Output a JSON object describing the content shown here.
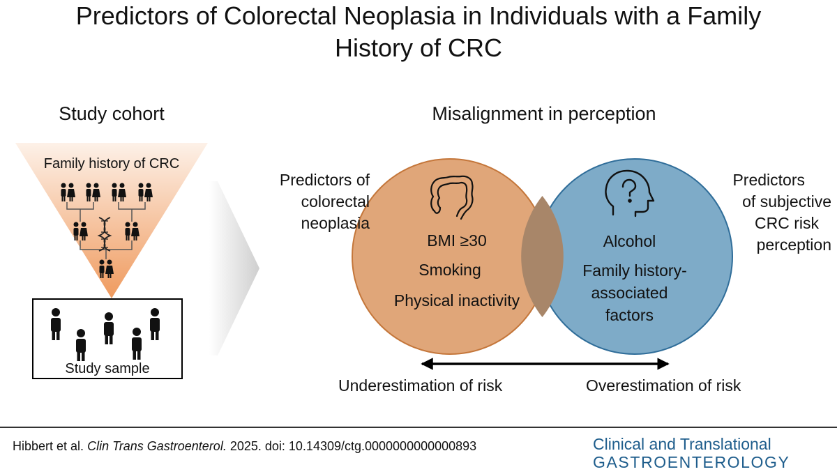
{
  "title": "Predictors of Colorectal Neoplasia in Individuals with a Family History of CRC",
  "title_line1": "Predictors of Colorectal Neoplasia in Individuals with a Family",
  "title_line2": "History of CRC",
  "cohort": {
    "heading": "Study cohort",
    "family_label": "Family history of CRC",
    "sample_label": "Study sample"
  },
  "perception": {
    "heading": "Misalignment in perception",
    "left_label": [
      "Predictors of",
      "colorectal",
      "neoplasia"
    ],
    "right_label": [
      "Predictors",
      "of subjective",
      "CRC risk",
      "perception"
    ],
    "left_circle": {
      "icon": "colon-icon",
      "items": [
        "BMI ≥30",
        "Smoking",
        "Physical inactivity"
      ],
      "color": "#e0a679"
    },
    "right_circle": {
      "icon": "head-question-icon",
      "items": [
        "Alcohol",
        "Family history-",
        "associated",
        "factors"
      ],
      "color": "#7eabc8"
    },
    "overlap_color": "#a88669",
    "arrow": {
      "left_label": "Underestimation of risk",
      "right_label": "Overestimation of risk"
    }
  },
  "footer": {
    "citation_authors": "Hibbert et al.",
    "citation_journal": "Clin Trans Gastroenterol.",
    "citation_rest": "2025. doi: 10.14309/ctg.0000000000000893",
    "journal_line1": "Clinical and Translational",
    "journal_line2": "GASTROENTEROLOGY",
    "journal_color": "#1e5d8c"
  }
}
